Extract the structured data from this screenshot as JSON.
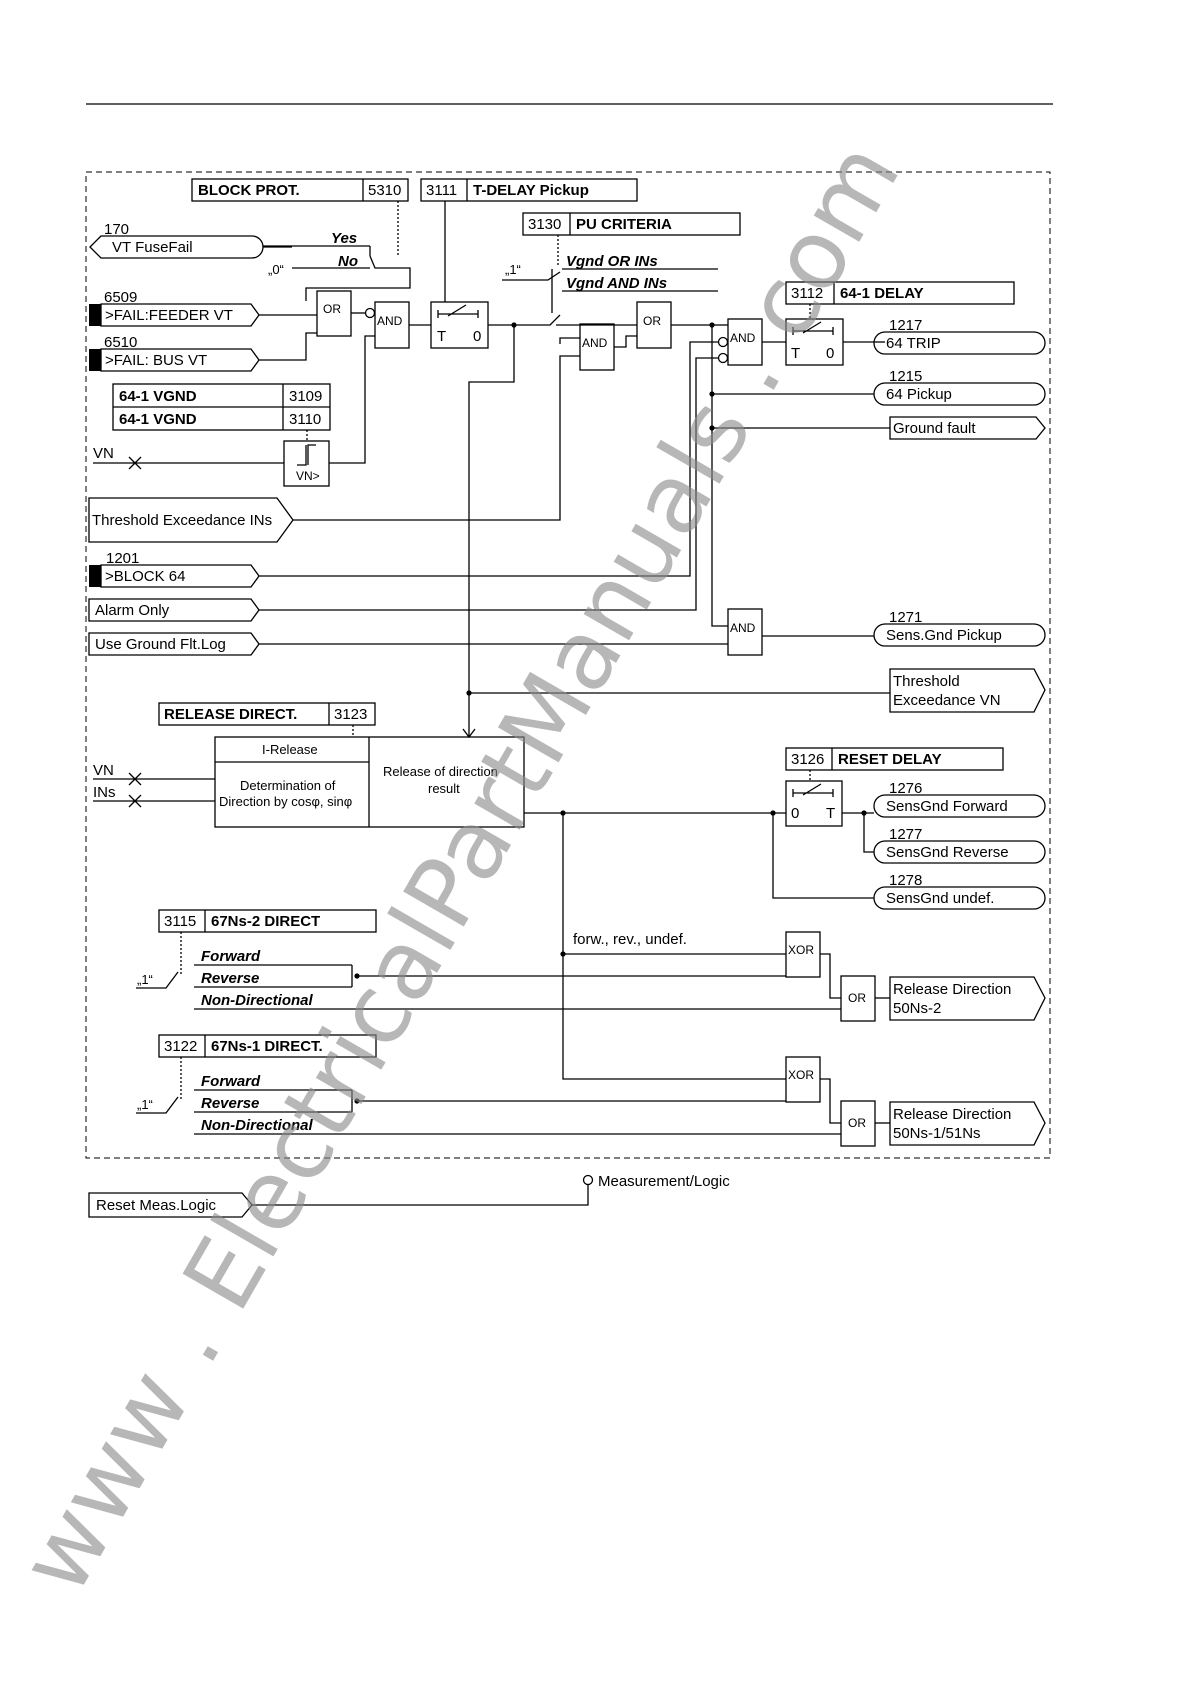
{
  "settings": {
    "block_prot": {
      "name": "BLOCK PROT.",
      "code": "5310"
    },
    "t_delay_pickup": {
      "code": "3111",
      "name": "T-DELAY Pickup"
    },
    "pu_criteria": {
      "code": "3130",
      "name": "PU CRITERIA",
      "opt1": "Vgnd OR  INs",
      "opt2": "Vgnd AND INs",
      "default": "„1“"
    },
    "delay_64_1": {
      "code": "3112",
      "name": "64-1 DELAY"
    },
    "vgnd_1": {
      "name": "64-1 VGND",
      "code": "3109"
    },
    "vgnd_2": {
      "name": "64-1 VGND",
      "code": "3110"
    },
    "release_direct": {
      "name": "RELEASE DIRECT.",
      "code": "3123"
    },
    "reset_delay": {
      "code": "3126",
      "name": "RESET DELAY"
    },
    "dir_67ns2": {
      "code": "3115",
      "name": "67Ns-2 DIRECT",
      "forward": "Forward",
      "reverse": "Reverse",
      "nondir": "Non-Directional",
      "default": "„1“"
    },
    "dir_67ns1": {
      "code": "3122",
      "name": "67Ns-1 DIRECT.",
      "forward": "Forward",
      "reverse": "Reverse",
      "nondir": "Non-Directional",
      "default": "„1“"
    }
  },
  "switch_labels": {
    "yes": "Yes",
    "no": "No",
    "zero": "„0“"
  },
  "inputs": {
    "vt_fusefail": {
      "num": "170",
      "label": "VT FuseFail"
    },
    "fail_feeder": {
      "num": "6509",
      "label": ">FAIL:FEEDER VT"
    },
    "fail_bus": {
      "num": "6510",
      "label": ">FAIL: BUS VT"
    },
    "vn": "VN",
    "threshold_ins": "Threshold Exceedance INs",
    "block64": {
      "num": "1201",
      "label": ">BLOCK 64"
    },
    "alarm_only": "Alarm Only",
    "use_ground": "Use Ground Flt.Log",
    "vn2": "VN",
    "ins": "INs",
    "reset_meas": "Reset Meas.Logic",
    "meas_logic": "Measurement/Logic"
  },
  "outputs": {
    "trip": {
      "num": "1217",
      "label": "64 TRIP"
    },
    "pickup": {
      "num": "1215",
      "label": "64 Pickup"
    },
    "ground_fault": "Ground fault",
    "sens_gnd_pickup": {
      "num": "1271",
      "label": "Sens.Gnd Pickup"
    },
    "threshold_vn": {
      "line1": "Threshold",
      "line2": "Exceedance VN"
    },
    "fwd": {
      "num": "1276",
      "label": "SensGnd Forward"
    },
    "rev": {
      "num": "1277",
      "label": "SensGnd Reverse"
    },
    "undef": {
      "num": "1278",
      "label": "SensGnd undef."
    },
    "rel_50ns2": {
      "line1": "Release Direction",
      "line2": "50Ns-2"
    },
    "rel_50ns1": {
      "line1": "Release Direction",
      "line2": "50Ns-1/51Ns"
    }
  },
  "gates": {
    "or": "OR",
    "and": "AND",
    "xor": "XOR",
    "vn_gt": "VN>",
    "timer_t": "T",
    "timer_0": "0"
  },
  "direction_block": {
    "i_release": "I-Release",
    "det_line1": "Determination of",
    "det_line2": "Direction by cosφ, sinφ",
    "rel_line1": "Release of direction",
    "rel_line2": "result"
  },
  "labels": {
    "forw_rev_undef": "forw., rev., undef."
  },
  "watermark": "www . ElectricalPartManuals . com"
}
